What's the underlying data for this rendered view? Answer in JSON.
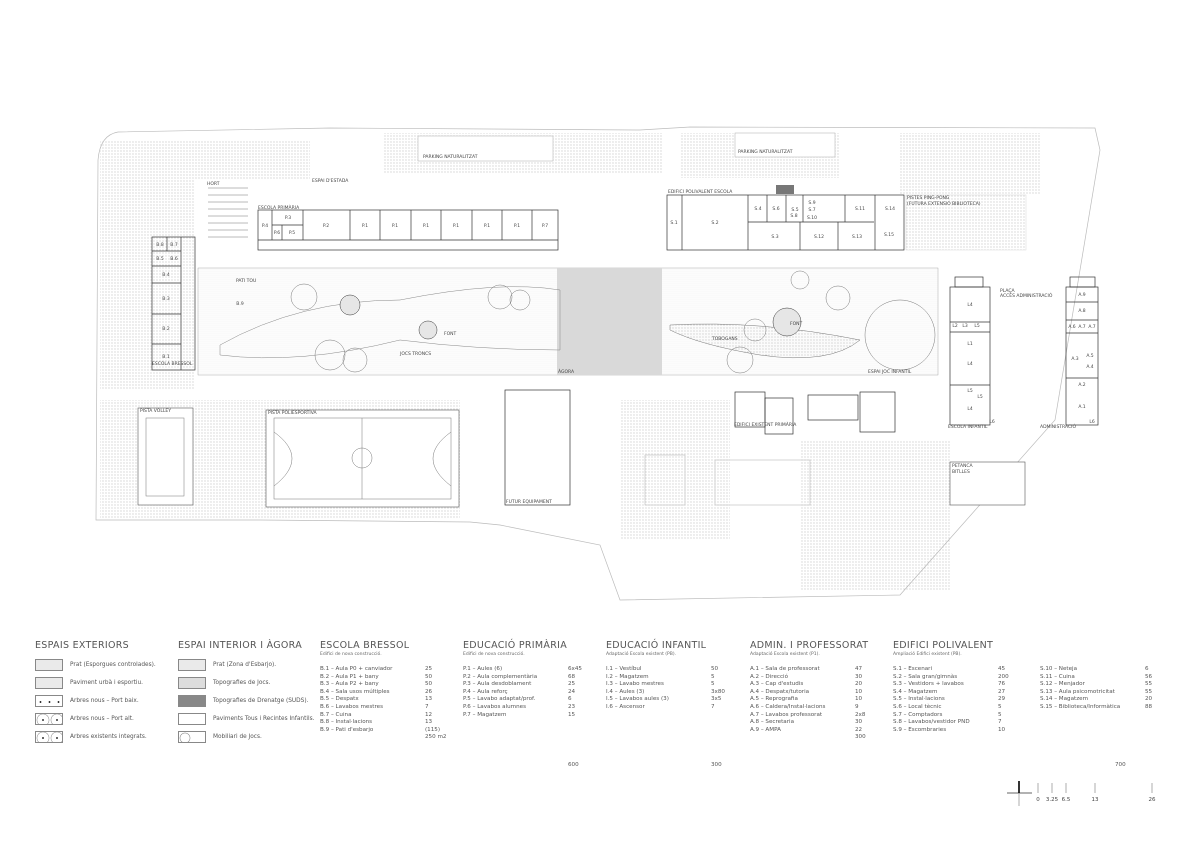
{
  "plan_labels": {
    "parking_west": "PARKING NATURALITZAT",
    "parking_east": "PARKING NATURALITZAT",
    "espai_estada": "ESPAI D'ESTADA",
    "hort": "HORT",
    "escola_primaria": "ESCOLA PRIMÀRIA",
    "edifici_polivalent": "EDIFICI POLIVALENT ESCOLA",
    "pistes_ping_pong": "PISTES PING-PONG",
    "futura_extensio": "(FUTURA EXTENSIÓ BIBLIOTECA)",
    "escola_bressol": "ESCOLA BRESSOL",
    "pati_bressol": "PATI TOU",
    "jocs_troncs": "JOCS TRONCS",
    "agora": "ÀGORA",
    "font_1": "FONT",
    "font_2": "FONT",
    "tobogans": "TOBOGANS",
    "espai_jocs_infantil": "ESPAI JOC INFANTIL",
    "placa": "PLAÇA",
    "acces_admin": "ACCÉS ADMINISTRACIÓ",
    "escola_infantil": "ESCOLA INFANTIL",
    "administracio": "ADMINISTRACIÓ",
    "pista_volley": "PISTA VOLLEY",
    "pista_poliesportiva": "PISTA POLIESPORTIVA",
    "futur_equipament": "FUTUR EQUIPAMENT",
    "petanca": "PETANCA",
    "bitlles": "BITLLES",
    "edifici_existent": "EDIFICI EXISTENT PRIMÀRIA"
  },
  "rooms": {
    "primaria": [
      "P.4",
      "P.3",
      "P.6",
      "P.5",
      "P.2",
      "P.1",
      "P.1",
      "P.1",
      "P.1",
      "P.1",
      "P.1",
      "P.7"
    ],
    "polivalent": [
      "S.1",
      "S.2",
      "S.4",
      "S.6",
      "S.8",
      "S.7",
      "S.9",
      "S.10",
      "S.5",
      "S.11",
      "S.14",
      "S.15",
      "S.3",
      "S.12",
      "S.13"
    ],
    "bressol": [
      "B.8",
      "B.7",
      "B.5",
      "B.6",
      "B.4",
      "B.3",
      "B.2",
      "B.1",
      "B.9"
    ],
    "infantil": [
      "L4",
      "L2",
      "L3",
      "L5",
      "L1",
      "L4",
      "L5",
      "L5",
      "L4",
      "L6"
    ],
    "admin": [
      "A.9",
      "A.8",
      "A.6",
      "A.7",
      "A.7",
      "A.3",
      "A.5",
      "A.4",
      "A.2",
      "A.1",
      "L6"
    ]
  },
  "legend": {
    "espais_exteriors": {
      "title": "ESPAIS EXTERIORS",
      "items": [
        "Prat (Esporgues controlades).",
        "Paviment urbà i esportiu.",
        "Arbres nous – Port baix.",
        "Arbres nous – Port alt.",
        "Arbres existents integrats."
      ]
    },
    "espai_interior": {
      "title": "ESPAI INTERIOR I ÀGORA",
      "items": [
        "Prat (Zona d'Esbarjo).",
        "Topografies de Jocs.",
        "Topografies de Drenatge (SUDS).",
        "Paviments Tous i Recintes Infantils.",
        "Mobiliari de Jocs."
      ]
    },
    "escola_bressol": {
      "title": "ESCOLA BRESSOL",
      "subtitle": "Edifici de nova construcció.",
      "rows": [
        [
          "B.1 – Aula P0 + canviador",
          "25"
        ],
        [
          "B.2 – Aula P1 + bany",
          "50"
        ],
        [
          "B.3 – Aula P2 + bany",
          "50"
        ],
        [
          "B.4 – Sala usos múltiples",
          "26"
        ],
        [
          "B.5 – Despatx",
          "13"
        ],
        [
          "B.6 – Lavabos mestres",
          "7"
        ],
        [
          "B.7 – Cuina",
          "12"
        ],
        [
          "B.8 – Instal·lacions",
          "13"
        ],
        [
          "B.9 – Pati d'esbarjo",
          "(115)"
        ]
      ],
      "total": "250 m2"
    },
    "educacio_primaria": {
      "title": "EDUCACIÓ PRIMÀRIA",
      "subtitle": "Edifici de nova construcció.",
      "rows": [
        [
          "P.1 – Aules (6)",
          "6x45"
        ],
        [
          "P.2 – Aula complementària",
          "68"
        ],
        [
          "P.3 – Aula desdoblament",
          "25"
        ],
        [
          "P.4 – Aula reforç",
          "24"
        ],
        [
          "P.5 – Lavabo adaptat/prof.",
          "6"
        ],
        [
          "P.6 – Lavabos alumnes",
          "23"
        ],
        [
          "P.7 – Magatzem",
          "15"
        ]
      ],
      "total": "600"
    },
    "educacio_infantil": {
      "title": "EDUCACIÓ INFANTIL",
      "subtitle": "Adaptació Escola existent (PB).",
      "rows": [
        [
          "I.1 – Vestíbul",
          "50"
        ],
        [
          "I.2 – Magatzem",
          "5"
        ],
        [
          "I.3 – Lavabo mestres",
          "5"
        ],
        [
          "I.4 – Aules (3)",
          "3x80"
        ],
        [
          "I.5 – Lavabos aules (3)",
          "3x5"
        ],
        [
          "I.6 – Ascensor",
          "7"
        ]
      ],
      "total": "300"
    },
    "admin_professorat": {
      "title": "ADMIN. I PROFESSORAT",
      "subtitle": "Adaptació Escola existent (P1).",
      "rows": [
        [
          "A.1 – Sala de professorat",
          "47"
        ],
        [
          "A.2 – Direcció",
          "30"
        ],
        [
          "A.3 – Cap d'estudis",
          "20"
        ],
        [
          "A.4 – Despatx/tutoria",
          "10"
        ],
        [
          "A.5 – Reprografia",
          "10"
        ],
        [
          "A.6 – Caldera/Instal·lacions",
          "9"
        ],
        [
          "A.7 – Lavabos professorat",
          "2x8"
        ],
        [
          "A.8 – Secretaria",
          "30"
        ],
        [
          "A.9 – AMPA",
          "22"
        ]
      ],
      "total": "300"
    },
    "edifici_polivalent": {
      "title": "EDIFICI POLIVALENT",
      "subtitle": "Ampliació Edifici existent (PB).",
      "rows": [
        [
          "S.1 – Escenari",
          "45"
        ],
        [
          "S.2 – Sala gran/gimnàs",
          "200"
        ],
        [
          "S.3 – Vestidors + lavabos",
          "76"
        ],
        [
          "S.4 – Magatzem",
          "27"
        ],
        [
          "S.5 – Instal·lacions",
          "29"
        ],
        [
          "S.6 – Local tècnic",
          "5"
        ],
        [
          "S.7 – Comptadors",
          "5"
        ],
        [
          "S.8 – Lavabos/vestidor PND",
          "7"
        ],
        [
          "S.9 – Escombraries",
          "10"
        ]
      ],
      "rows2": [
        [
          "S.10 – Neteja",
          "6"
        ],
        [
          "S.11 – Cuina",
          "56"
        ],
        [
          "S.12 – Menjador",
          "55"
        ],
        [
          "S.13 – Aula psicomotricitat",
          "55"
        ],
        [
          "S.14 – Magatzem",
          "20"
        ],
        [
          "S.15 – Biblioteca/Informàtica",
          "88"
        ]
      ],
      "total": "700"
    }
  },
  "scale_bar": {
    "ticks": [
      "0",
      "3.25",
      "6.5",
      "13",
      "26"
    ]
  },
  "colors": {
    "line": "#444444",
    "agora": "#d9d9d9",
    "dots": "#9a9a9a"
  }
}
